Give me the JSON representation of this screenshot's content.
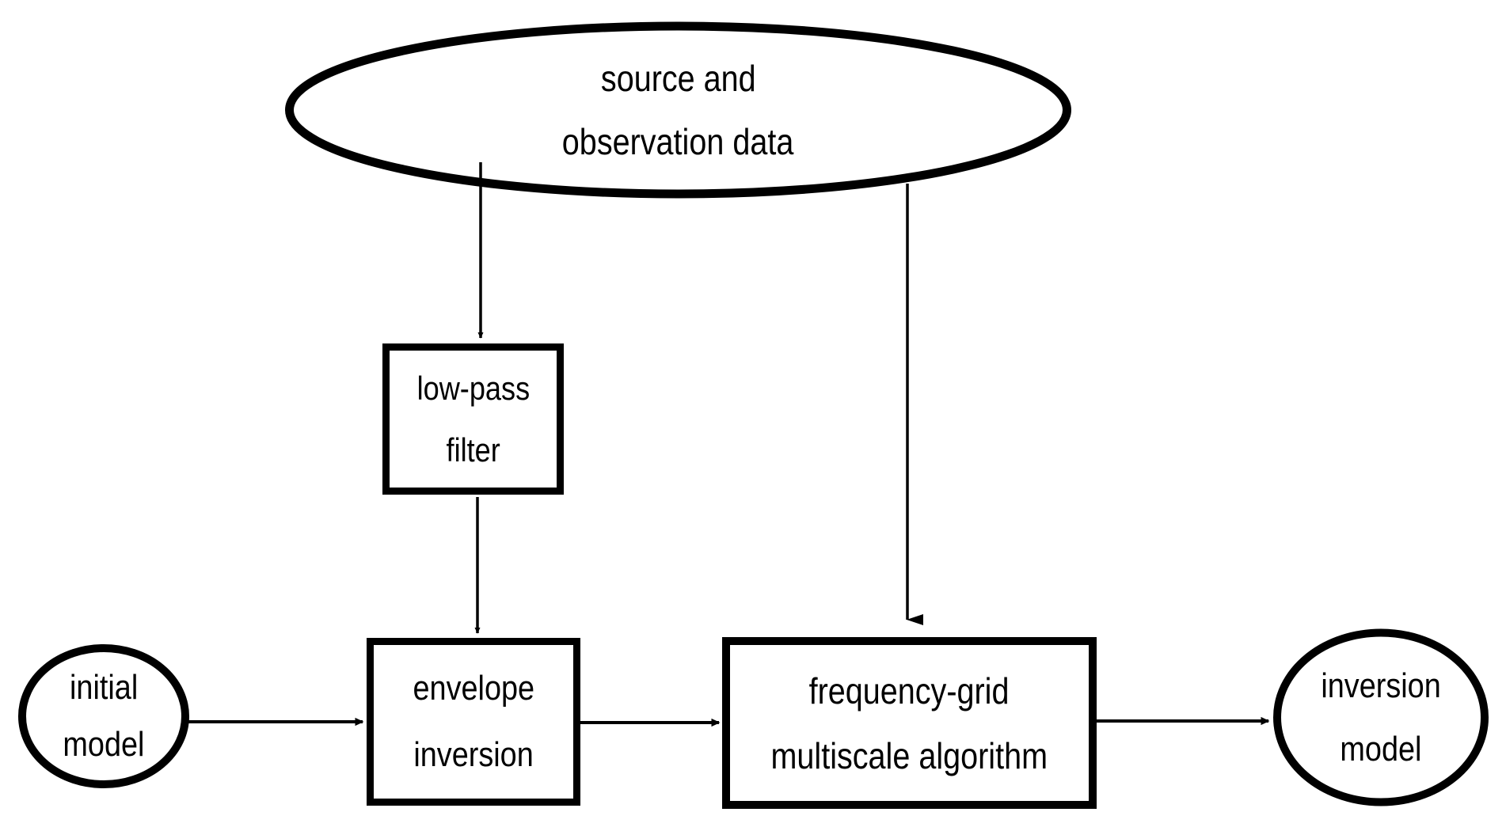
{
  "diagram": {
    "title": "envelope inversion and frequency-grid multiscale inversion workflow",
    "background_color": "#ffffff",
    "stroke_color": "#000000",
    "nodes": [
      {
        "id": "source-data",
        "shape": "ellipse",
        "lines": [
          "source and",
          "observation data"
        ],
        "line1": "source and",
        "line2": "observation data"
      },
      {
        "id": "low-pass-filter",
        "shape": "rectangle",
        "lines": [
          "low-pass",
          "filter"
        ],
        "line1": "low-pass",
        "line2": "filter"
      },
      {
        "id": "envelope-inversion",
        "shape": "rectangle",
        "lines": [
          "envelope",
          "inversion"
        ],
        "line1": "envelope",
        "line2": "inversion"
      },
      {
        "id": "frequency-grid-multiscale",
        "shape": "rectangle",
        "lines": [
          "frequency-grid",
          "multiscale algorithm"
        ],
        "line1": "frequency-grid",
        "line2": "multiscale algorithm"
      },
      {
        "id": "initial-model",
        "shape": "ellipse",
        "lines": [
          "initial",
          "model"
        ],
        "line1": "initial",
        "line2": "model"
      },
      {
        "id": "inversion-model",
        "shape": "ellipse",
        "lines": [
          "inversion",
          "model"
        ],
        "line1": "inversion",
        "line2": "model"
      }
    ],
    "edges": [
      {
        "id": "edge-source-to-lowpass",
        "from": "source-data",
        "to": "low-pass-filter",
        "direction": "down",
        "label": ""
      },
      {
        "id": "edge-source-to-freqgrid",
        "from": "source-data",
        "to": "frequency-grid-multiscale",
        "direction": "down",
        "label": ""
      },
      {
        "id": "edge-lowpass-to-envelope",
        "from": "low-pass-filter",
        "to": "envelope-inversion",
        "direction": "down",
        "label": ""
      },
      {
        "id": "edge-initial-to-envelope",
        "from": "initial-model",
        "to": "envelope-inversion",
        "direction": "right",
        "label": ""
      },
      {
        "id": "edge-envelope-to-freqgrid",
        "from": "envelope-inversion",
        "to": "frequency-grid-multiscale",
        "direction": "right",
        "label": ""
      },
      {
        "id": "edge-freqgrid-to-inversion",
        "from": "frequency-grid-multiscale",
        "to": "inversion-model",
        "direction": "right",
        "label": ""
      }
    ]
  }
}
